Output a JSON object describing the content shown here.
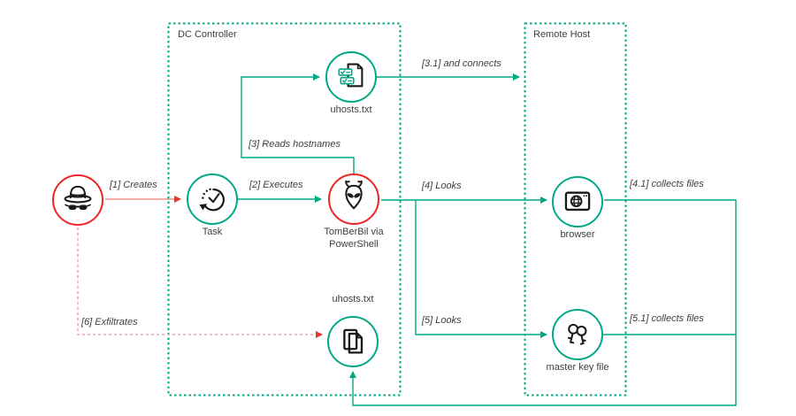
{
  "containers": {
    "dc": {
      "label": "DC Controller"
    },
    "remote": {
      "label": "Remote Host"
    }
  },
  "nodes": {
    "attacker": {
      "icon": "spy-icon",
      "ring_color": "#ee2524"
    },
    "task": {
      "label": "Task",
      "icon": "scheduled-task-icon",
      "ring_color": "#00a886"
    },
    "uhosts_top": {
      "label": "uhosts.txt",
      "icon": "checklist-file-icon",
      "ring_color": "#00a886"
    },
    "tomberbil": {
      "label": "TomBerBil via PowerShell",
      "icon": "alien-icon",
      "ring_color": "#ee2524"
    },
    "uhosts_bottom": {
      "label": "uhosts.txt",
      "icon": "copy-file-icon",
      "ring_color": "#00a886"
    },
    "browser": {
      "label": "browser",
      "icon": "browser-icon",
      "ring_color": "#00a886"
    },
    "master_key": {
      "label": "master key file",
      "icon": "keys-icon",
      "ring_color": "#00a886"
    }
  },
  "edges": {
    "e1": {
      "label": "[1] Creates",
      "color": "red",
      "style": "solid"
    },
    "e2": {
      "label": "[2] Executes",
      "color": "teal",
      "style": "solid"
    },
    "e3": {
      "label": "[3] Reads hostnames",
      "color": "teal",
      "style": "solid"
    },
    "e3_1": {
      "label": "[3.1] and connects",
      "color": "teal",
      "style": "solid"
    },
    "e4": {
      "label": "[4] Looks",
      "color": "teal",
      "style": "solid"
    },
    "e4_1": {
      "label": "[4.1] collects files",
      "color": "teal",
      "style": "solid"
    },
    "e5": {
      "label": "[5] Looks",
      "color": "teal",
      "style": "solid"
    },
    "e5_1": {
      "label": "[5.1] collects files",
      "color": "teal",
      "style": "solid"
    },
    "e6": {
      "label": "[6] Exfiltrates",
      "color": "red",
      "style": "dashed"
    }
  },
  "colors": {
    "teal": "#00a886",
    "red": "#ee2524",
    "red_line": "#f0908c",
    "icon_ink": "#1a1a1a",
    "text": "#3e3e3e",
    "background": "#ffffff"
  }
}
